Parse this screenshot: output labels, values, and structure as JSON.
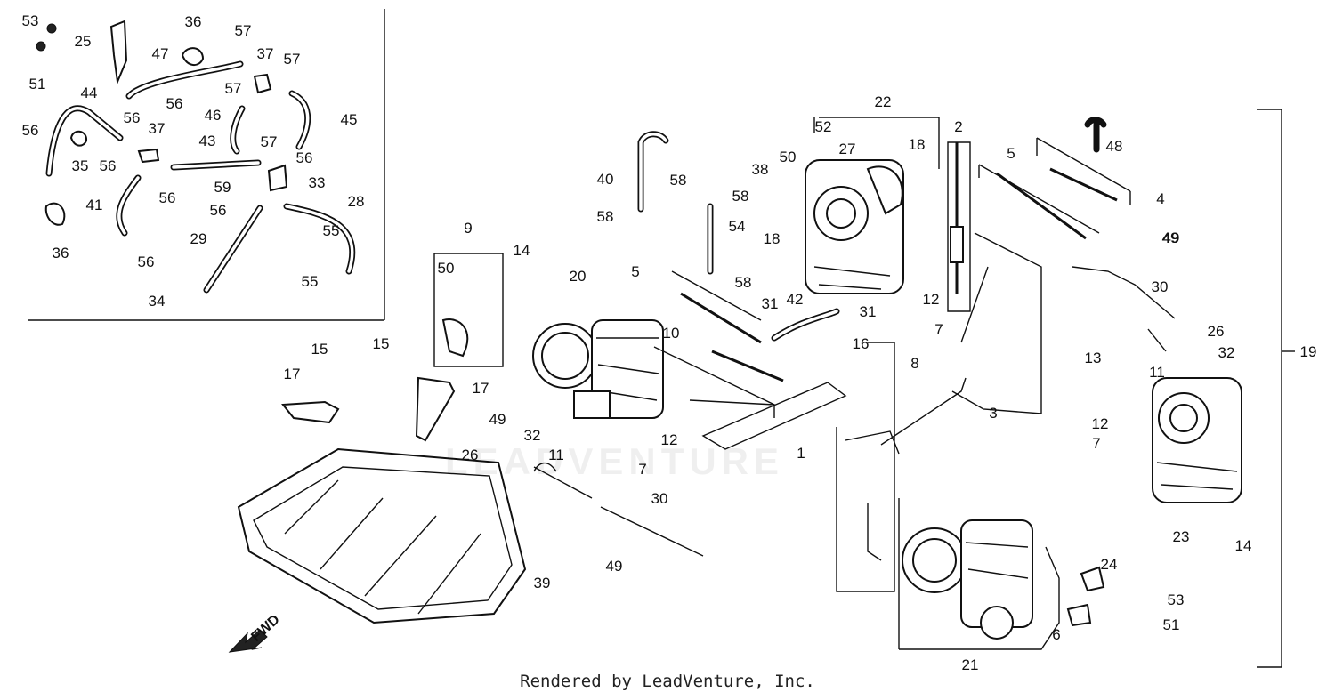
{
  "footer": "Rendered by LeadVenture, Inc.",
  "watermark": "LEADVENTURE",
  "fwd_label": "FWD",
  "callouts": [
    "53",
    "25",
    "36",
    "57",
    "37",
    "57",
    "47",
    "51",
    "57",
    "44",
    "56",
    "56",
    "56",
    "37",
    "45",
    "56",
    "35",
    "56",
    "43",
    "57",
    "56",
    "46",
    "41",
    "59",
    "33",
    "56",
    "28",
    "36",
    "29",
    "56",
    "55",
    "55",
    "34",
    "22",
    "52",
    "2",
    "27",
    "18",
    "50",
    "38",
    "40",
    "58",
    "58",
    "58",
    "54",
    "18",
    "5",
    "48",
    "4",
    "49",
    "9",
    "14",
    "50",
    "20",
    "5",
    "58",
    "31",
    "42",
    "31",
    "12",
    "7",
    "10",
    "16",
    "8",
    "15",
    "15",
    "17",
    "17",
    "49",
    "32",
    "26",
    "11",
    "12",
    "7",
    "1",
    "3",
    "30",
    "49",
    "26",
    "11",
    "32",
    "13",
    "12",
    "7",
    "19",
    "23",
    "14",
    "30",
    "49",
    "39",
    "24",
    "53",
    "51",
    "6",
    "21"
  ],
  "colors": {
    "ink": "#111111",
    "background": "#ffffff"
  }
}
